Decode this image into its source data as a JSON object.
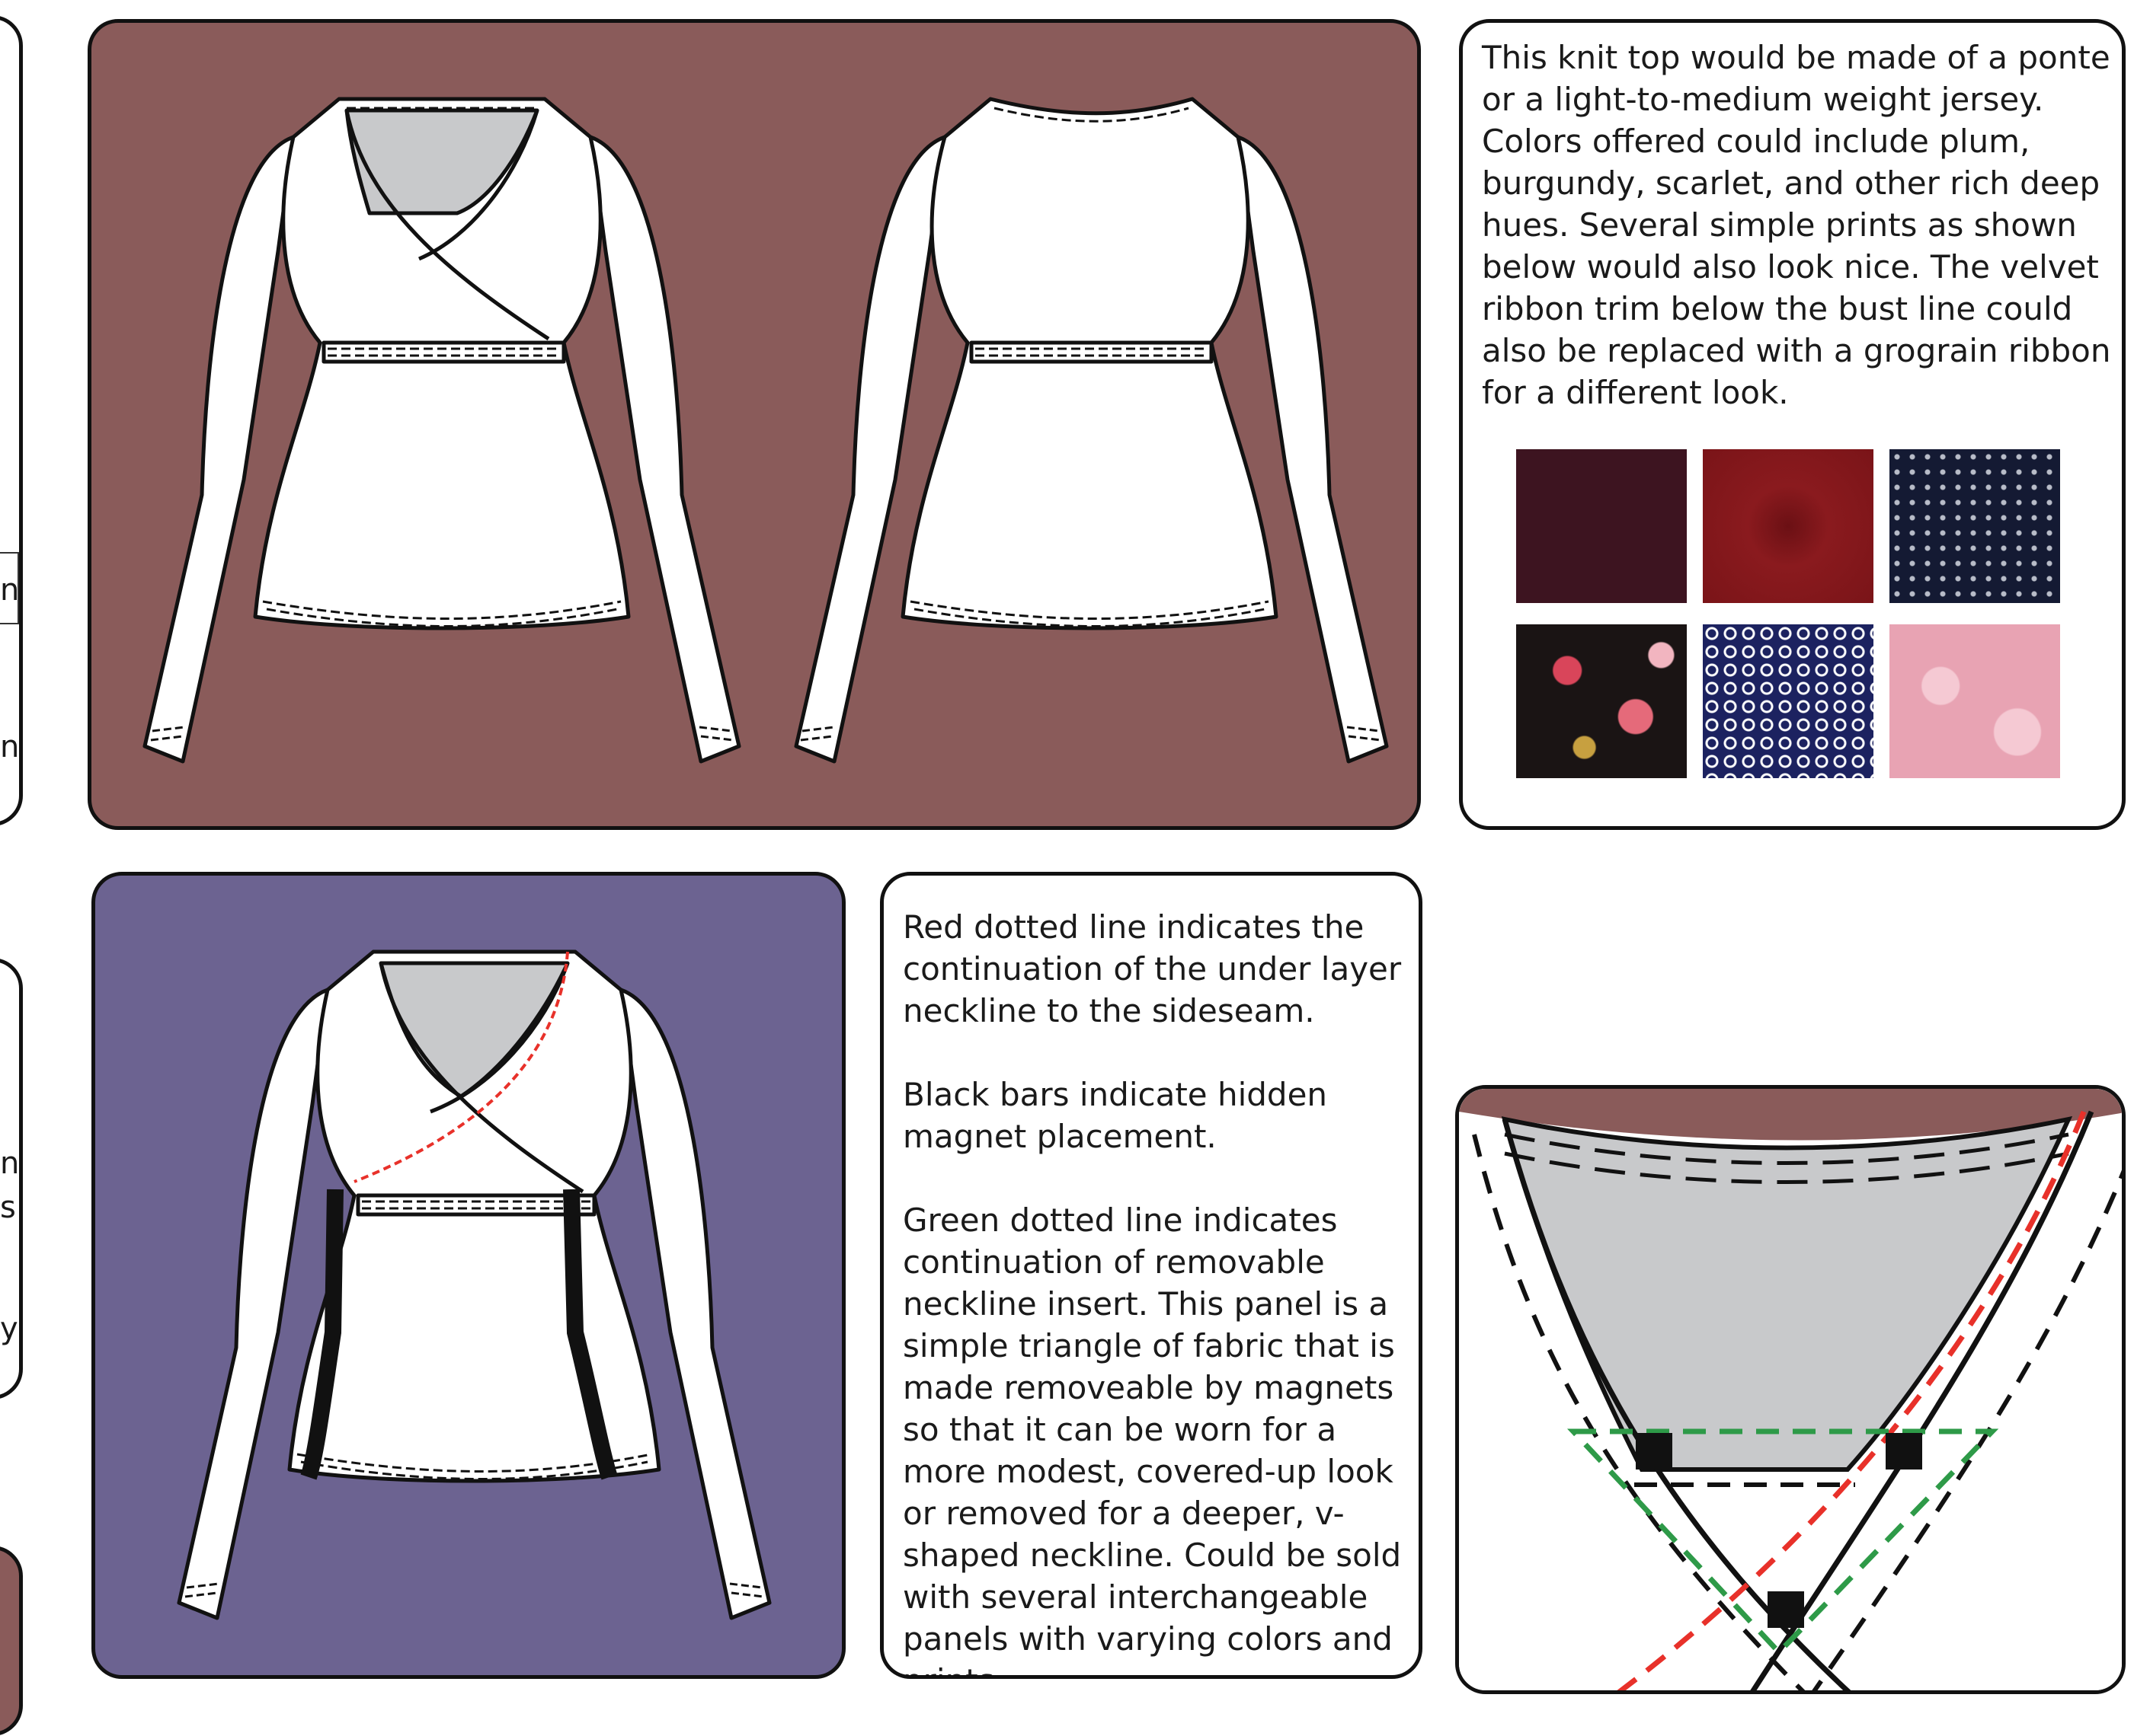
{
  "notes": {
    "materials": "This knit top would be made of a ponte or a light-to-medium weight jersey.\nColors offered could include plum, burgundy, scarlet, and other rich deep hues. Several simple prints as shown below would also look nice. The velvet ribbon trim below the bust line could also be replaced with a grograin ribbon for a different look.",
    "construction": "Red dotted line indicates the continuation of the under layer neckline to the sideseam.\n\nBlack bars indicate hidden magnet placement.\n\nGreen dotted line indicates continuation of removable neckline insert. This panel is a simple triangle of fabric that is made removeable by magnets so that it can be worn for a more modest, covered-up look or removed for a deeper, v-shaped neckline. Could be sold with several interchangeable panels with varying colors and prints."
  },
  "partial_left": {
    "frag1": "n",
    "frag2": "n",
    "frag3": "n",
    "frag4": "s",
    "frag5": "y"
  },
  "swatches": [
    {
      "name": "plum",
      "color": "#3d1420"
    },
    {
      "name": "burgundy",
      "color": "#8a1a1e"
    },
    {
      "name": "navy-dots",
      "color": "#141a33"
    },
    {
      "name": "floral-black",
      "color": "#1a1414"
    },
    {
      "name": "navy-geometric",
      "color": "#1c2260"
    },
    {
      "name": "pink-floral",
      "color": "#e8a3b3"
    }
  ],
  "colors": {
    "mauve": "#8a5b5a",
    "purple": "#6c6391",
    "neckline_gray": "#c8c9cb",
    "red_line": "#e8312a",
    "green_line": "#2e9a48"
  }
}
